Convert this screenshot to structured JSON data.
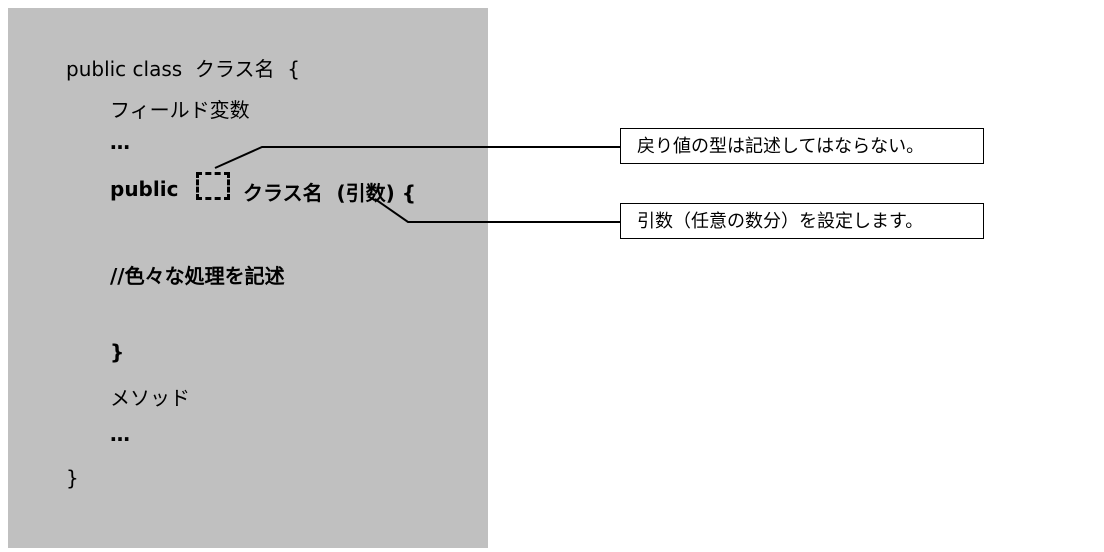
{
  "code": {
    "line1": "public class  クラス名  {",
    "line2": "フィールド変数",
    "line3": "…",
    "line4a": "public",
    "line4b": "クラス名  (引数) {",
    "line5": "//色々な処理を記述",
    "line6": "}",
    "line7": "メソッド",
    "line8": "…",
    "line9": "}"
  },
  "callouts": {
    "return_type": "戻り値の型は記述してはならない。",
    "arguments": "引数（任意の数分）を設定します。"
  }
}
